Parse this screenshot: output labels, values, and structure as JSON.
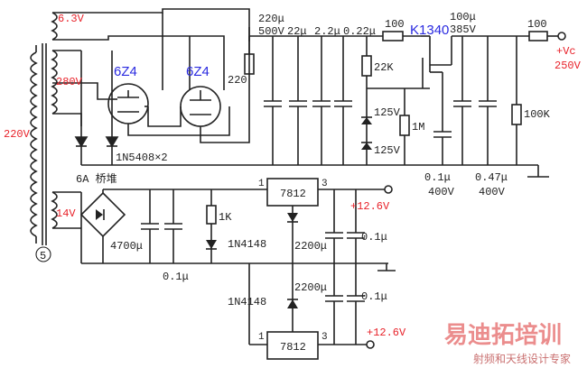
{
  "transformer_top": {
    "primary_voltage": "220V",
    "heater_winding": "6.3V",
    "hv_winding": "280V",
    "label_number": "5"
  },
  "tubes": {
    "left": "6Z4",
    "right": "6Z4"
  },
  "diodes_main": "1N5408×2",
  "hv_filter": {
    "r_series": "220",
    "c1_value": "220μ",
    "c1_voltage": "500V",
    "c2": "22μ",
    "c3": "2.2μ",
    "c4": "0.22μ",
    "r_100a": "100",
    "r_22k": "22K",
    "zener_a": "125V",
    "zener_b": "125V",
    "r_1m": "1M",
    "mosfet": "K1340",
    "c_out_value": "100μ",
    "c_out_voltage": "385V",
    "r_100b": "100",
    "r_100k": "100K",
    "c_01_value": "0.1μ",
    "c_01_voltage": "400V",
    "c_047_value": "0.47μ",
    "c_047_voltage": "400V",
    "out_label": "+Vc",
    "out_voltage": "250V"
  },
  "low_voltage": {
    "winding": "14V",
    "bridge": "6A 桥堆",
    "c_main": "4700μ",
    "c_small": "0.1μ",
    "r_1k": "1K",
    "reg_top": "7812",
    "reg_bottom": "7812",
    "pin1": "1",
    "pin3": "3",
    "pin1b": "1",
    "pin3b": "3",
    "diode_top": "1N4148",
    "diode_bottom": "1N4148",
    "cap_top": "2200μ",
    "cap_top_small": "0.1μ",
    "cap_bot": "2200μ",
    "cap_bot_small": "0.1μ",
    "out_top": "+12.6V",
    "out_bottom": "+12.6V"
  },
  "watermark": {
    "brand": "易迪拓培训",
    "tagline": "射频和天线设计专家"
  },
  "colors": {
    "wire": "#222222",
    "voltage_label": "#e8222a",
    "tube_label": "#2a2ae0",
    "watermark": "#e87a7a"
  }
}
